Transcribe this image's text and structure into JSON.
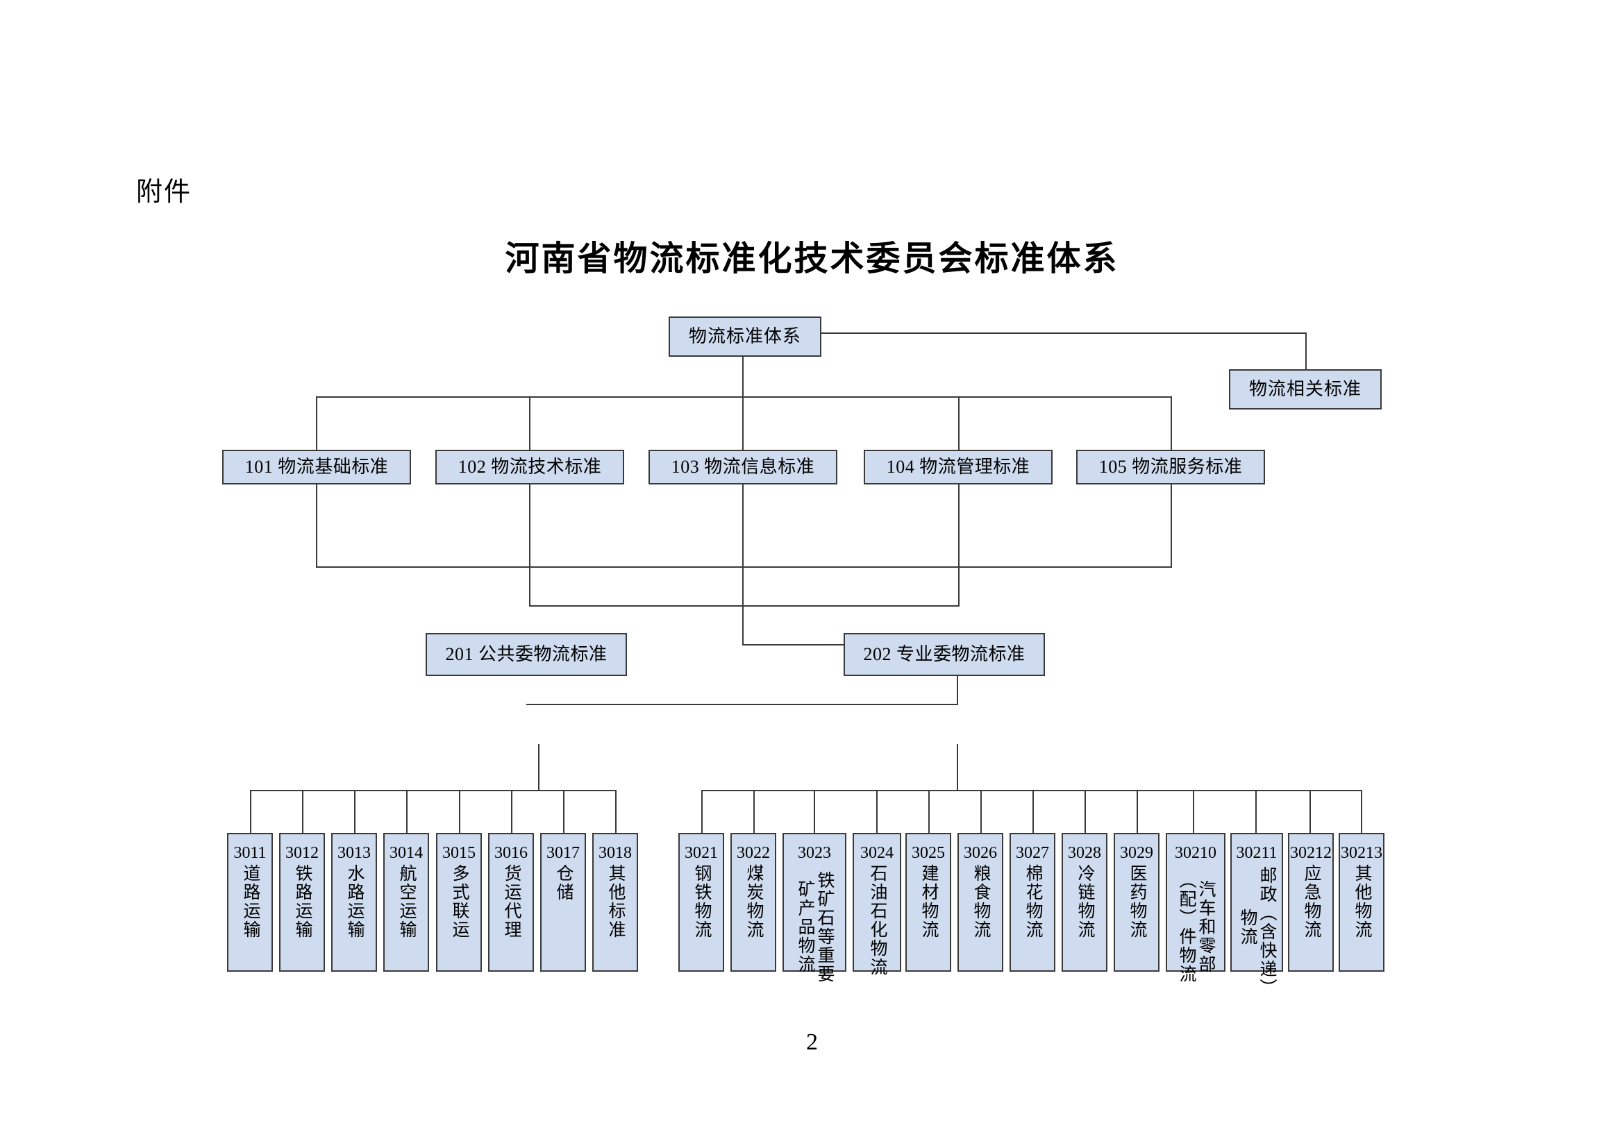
{
  "document": {
    "attachment_label": "附件",
    "title": "河南省物流标准化技术委员会标准体系",
    "page_number": "2"
  },
  "colors": {
    "node_fill": "#cfdcef",
    "node_border": "#3a3a3a",
    "page_background": "#ffffff",
    "text": "#000000"
  },
  "chart_data": {
    "type": "diagram",
    "diagram_kind": "organization-tree",
    "title": "河南省物流标准化技术委员会标准体系",
    "root": {
      "id": "root",
      "label": "物流标准体系"
    },
    "aside": {
      "id": "related",
      "label": "物流相关标准",
      "attached_to": "root"
    },
    "level1": [
      {
        "id": "101",
        "code": "101",
        "name": "物流基础标准",
        "label": "101  物流基础标准"
      },
      {
        "id": "102",
        "code": "102",
        "name": "物流技术标准",
        "label": "102  物流技术标准"
      },
      {
        "id": "103",
        "code": "103",
        "name": "物流信息标准",
        "label": "103  物流信息标准"
      },
      {
        "id": "104",
        "code": "104",
        "name": "物流管理标准",
        "label": "104  物流管理标准"
      },
      {
        "id": "105",
        "code": "105",
        "name": "物流服务标准",
        "label": "105  物流服务标准"
      }
    ],
    "level2": [
      {
        "id": "201",
        "code": "201",
        "name": "公共委物流标准",
        "label": "201  公共委物流标准"
      },
      {
        "id": "202",
        "code": "202",
        "name": "专业委物流标准",
        "label": "202  专业委物流标准"
      }
    ],
    "level3_public": [
      {
        "code": "3011",
        "name": "道路运输"
      },
      {
        "code": "3012",
        "name": "铁路运输"
      },
      {
        "code": "3013",
        "name": "水路运输"
      },
      {
        "code": "3014",
        "name": "航空运输"
      },
      {
        "code": "3015",
        "name": "多式联运"
      },
      {
        "code": "3016",
        "name": "货运代理"
      },
      {
        "code": "3017",
        "name": "仓储"
      },
      {
        "code": "3018",
        "name": "其他标准"
      }
    ],
    "level3_professional": [
      {
        "code": "3021",
        "name": "钢铁物流"
      },
      {
        "code": "3022",
        "name": "煤炭物流"
      },
      {
        "code": "3023",
        "name": "铁矿石等重要矿产品物流"
      },
      {
        "code": "3024",
        "name": "石油石化物流"
      },
      {
        "code": "3025",
        "name": "建材物流"
      },
      {
        "code": "3026",
        "name": "粮食物流"
      },
      {
        "code": "3027",
        "name": "棉花物流"
      },
      {
        "code": "3028",
        "name": "冷链物流"
      },
      {
        "code": "3029",
        "name": "医药物流"
      },
      {
        "code": "30210",
        "name": "汽车和零部（配）件物流"
      },
      {
        "code": "30211",
        "name": "邮政（含快递）物流"
      },
      {
        "code": "30212",
        "name": "应急物流"
      },
      {
        "code": "30213",
        "name": "其他物流"
      }
    ]
  }
}
